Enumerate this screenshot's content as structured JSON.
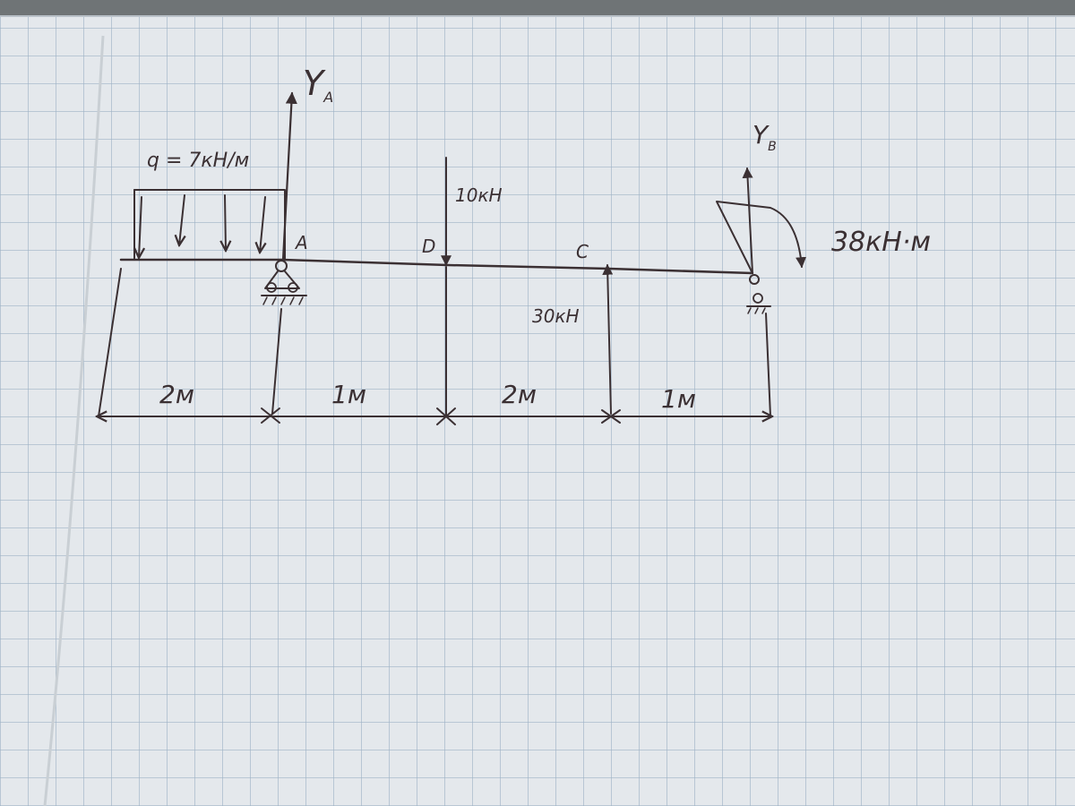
{
  "labels": {
    "distributed_load": "q = 7кН/м",
    "reaction_a": "Y",
    "reaction_a_sub": "A",
    "reaction_b": "Y",
    "reaction_b_sub": "B",
    "point_a": "A",
    "point_d": "D",
    "point_c": "C",
    "force_d": "10кН",
    "force_c": "30кН",
    "moment_b": "38кН·м"
  },
  "dimensions": [
    {
      "label": "2м"
    },
    {
      "label": "1м"
    },
    {
      "label": "2м"
    },
    {
      "label": "1м"
    }
  ],
  "colors": {
    "ink": "#3b3033",
    "grid": "#9fb3c6",
    "paper": "#e4e8ec",
    "background": "#6f7476"
  }
}
